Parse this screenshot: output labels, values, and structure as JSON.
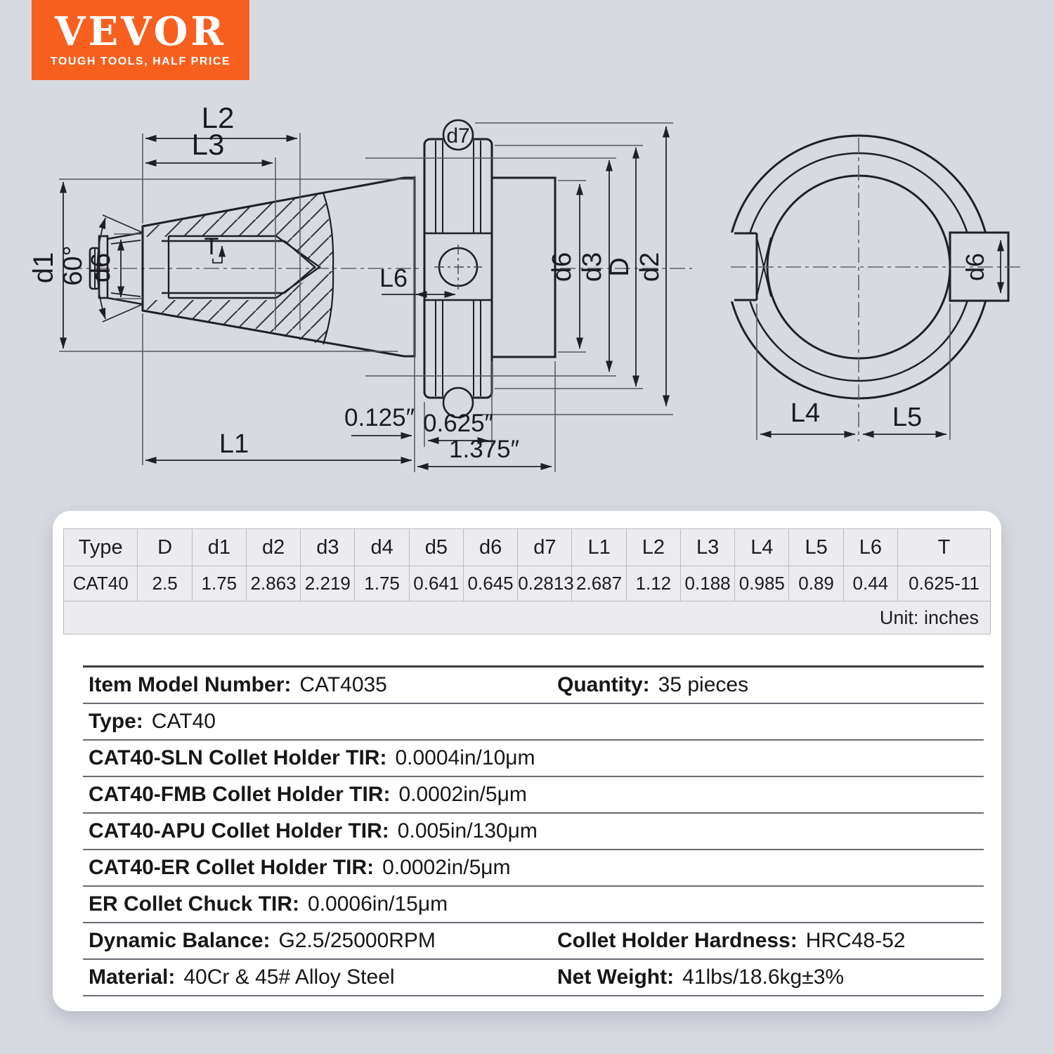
{
  "brand": {
    "name": "VEVOR",
    "tagline": "TOUGH TOOLS, HALF PRICE",
    "accent_color": "#f75f1f"
  },
  "drawing": {
    "side_view": {
      "l2": "L2",
      "l3": "L3",
      "d1": "d1",
      "angle": "60°",
      "d6_stud": "d6",
      "thread": "T",
      "d7": "d7",
      "l6": "L6",
      "d6_body": "d6",
      "d3": "d3",
      "d_big": "D",
      "d2": "d2",
      "l1": "L1",
      "gauge_offset": "0.125″",
      "flange_width": "0.625″",
      "flange_overall": "1.375″"
    },
    "front_view": {
      "l4": "L4",
      "l5": "L5",
      "d6": "d6"
    }
  },
  "table": {
    "headers": [
      "Type",
      "D",
      "d1",
      "d2",
      "d3",
      "d4",
      "d5",
      "d6",
      "d7",
      "L1",
      "L2",
      "L3",
      "L4",
      "L5",
      "L6",
      "T"
    ],
    "row": [
      "CAT40",
      "2.5",
      "1.75",
      "2.863",
      "2.219",
      "1.75",
      "0.641",
      "0.645",
      "0.2813",
      "2.687",
      "1.12",
      "0.188",
      "0.985",
      "0.89",
      "0.44",
      "0.625-11"
    ],
    "unit": "Unit: inches"
  },
  "specs": {
    "rows": [
      {
        "label": "Item Model Number:",
        "value": "CAT4035",
        "label2": "Quantity:",
        "value2": "35 pieces"
      },
      {
        "label": "Type:",
        "value": "CAT40"
      },
      {
        "label": "CAT40-SLN Collet Holder TIR:",
        "value": "0.0004in/10μm"
      },
      {
        "label": "CAT40-FMB Collet Holder TIR:",
        "value": "0.0002in/5μm"
      },
      {
        "label": "CAT40-APU Collet Holder TIR:",
        "value": "0.005in/130μm"
      },
      {
        "label": "CAT40-ER Collet Holder TIR:",
        "value": "0.0002in/5μm"
      },
      {
        "label": "ER Collet Chuck TIR:",
        "value": "0.0006in/15μm"
      },
      {
        "label": "Dynamic Balance:",
        "value": "G2.5/25000RPM",
        "label2": "Collet Holder Hardness:",
        "value2": "HRC48-52"
      },
      {
        "label": "Material:",
        "value": "40Cr & 45# Alloy Steel",
        "label2": "Net Weight:",
        "value2": "41lbs/18.6kg±3%"
      }
    ]
  }
}
